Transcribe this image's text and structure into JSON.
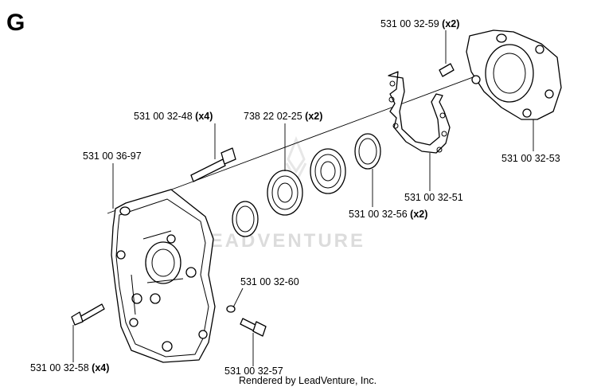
{
  "section_letter": "G",
  "watermark": "LEADVENTURE",
  "footer": "Rendered by LeadVenture, Inc.",
  "callouts": {
    "p_32_59": {
      "number": "531 00 32-59",
      "qty": "(x2)"
    },
    "p_32_48": {
      "number": "531 00 32-48",
      "qty": "(x4)"
    },
    "p_738": {
      "number": "738 22 02-25",
      "qty": "(x2)"
    },
    "p_36_97": {
      "number": "531 00 36-97",
      "qty": ""
    },
    "p_32_53": {
      "number": "531 00 32-53",
      "qty": ""
    },
    "p_32_51": {
      "number": "531 00 32-51",
      "qty": ""
    },
    "p_32_56": {
      "number": "531 00 32-56",
      "qty": "(x2)"
    },
    "p_32_60": {
      "number": "531 00 32-60",
      "qty": ""
    },
    "p_32_58": {
      "number": "531 00 32-58",
      "qty": "(x4)"
    },
    "p_32_57": {
      "number": "531 00 32-57",
      "qty": ""
    }
  }
}
